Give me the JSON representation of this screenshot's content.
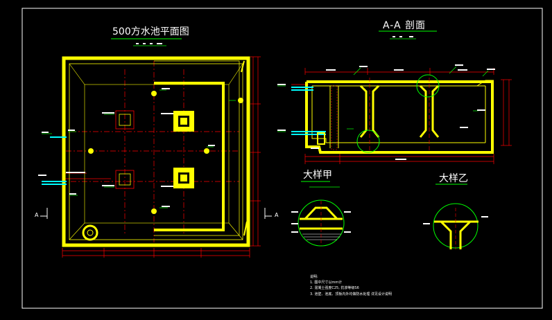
{
  "titles": {
    "plan": "500方水池平面图",
    "section_aa": "A-A 剖面",
    "detail_a": "大样甲",
    "detail_b": "大样乙"
  },
  "section_marks": {
    "left": "A",
    "right": "A"
  },
  "notes": {
    "heading": "说明:",
    "items": [
      "1. 图中尺寸以mm计",
      "2. 混凝土强度C25, 抗渗等级S6",
      "3. 池壁、池底、顶板内外均做防水处理 详见设计说明"
    ]
  },
  "colors": {
    "background": "#000000",
    "structure": "#ffff00",
    "dimension": "#ff0000",
    "leader": "#00ff00",
    "pipe": "#00ffff",
    "text": "#ffffff",
    "frame": "#ffffff"
  }
}
